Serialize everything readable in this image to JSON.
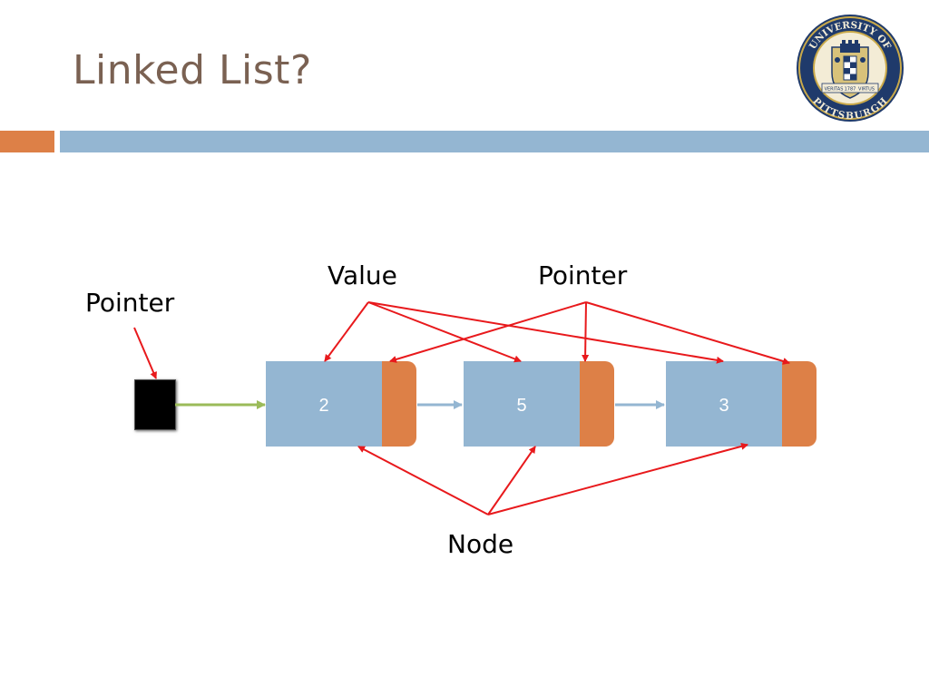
{
  "slide": {
    "title": "Linked List?"
  },
  "labels": {
    "head_pointer": "Pointer",
    "value": "Value",
    "pointer": "Pointer",
    "node": "Node"
  },
  "nodes": [
    {
      "value": "2"
    },
    {
      "value": "5"
    },
    {
      "value": "3"
    }
  ],
  "colors": {
    "title": "#7a6152",
    "value_cell": "#94b6d2",
    "pointer_cell": "#dd8047",
    "annotation_arrow": "#e8191c",
    "link_arrow_head": "#9bbb59",
    "link_arrow_nodes": "#94b6d2",
    "accent_bar": "#dd8047",
    "header_bar": "#94b6d2"
  },
  "logo": {
    "text_top": "UNIVERSITY OF",
    "text_bottom": "PITTSBURGH",
    "motto_left": "VERITAS",
    "year": "1787",
    "motto_right": "VIRTUS"
  }
}
